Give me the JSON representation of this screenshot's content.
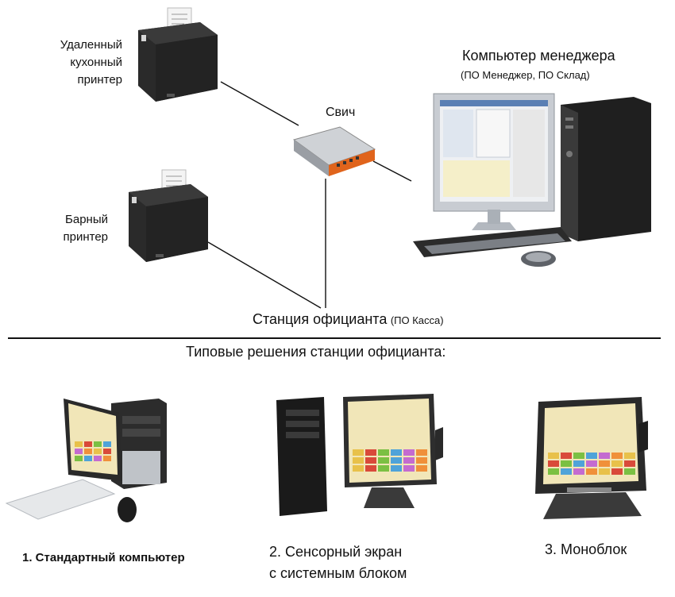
{
  "top_diagram": {
    "kitchen_printer_label": [
      "Удаленный",
      "кухонный",
      "принтер"
    ],
    "bar_printer_label": [
      "Барный",
      "принтер"
    ],
    "switch_label": "Свич",
    "manager_pc_title": "Компьютер менеджера",
    "manager_pc_subtitle": "(ПО Менеджер, ПО Склад)",
    "station_title": "Станция официанта",
    "station_subtitle": "(ПО Касса)"
  },
  "bottom_section": {
    "heading": "Типовые решения станции официанта:",
    "solutions": [
      {
        "caption_lines": [
          "1. Стандартный компьютер"
        ]
      },
      {
        "caption_lines": [
          "2. Сенсорный экран",
          "с системным блоком"
        ]
      },
      {
        "caption_lines": [
          "3. Моноблок"
        ]
      }
    ]
  },
  "colors": {
    "line": "#111111",
    "printer_body": "#2a2a2a",
    "switch_accent": "#e0641c",
    "monitor_frame": "#c8ccd2",
    "tower_dark": "#1f1f1f",
    "pos_tile_colors": [
      "#e8c14a",
      "#d94a3a",
      "#7bc043",
      "#4fa3d9",
      "#c46bd0",
      "#f0903a"
    ]
  }
}
